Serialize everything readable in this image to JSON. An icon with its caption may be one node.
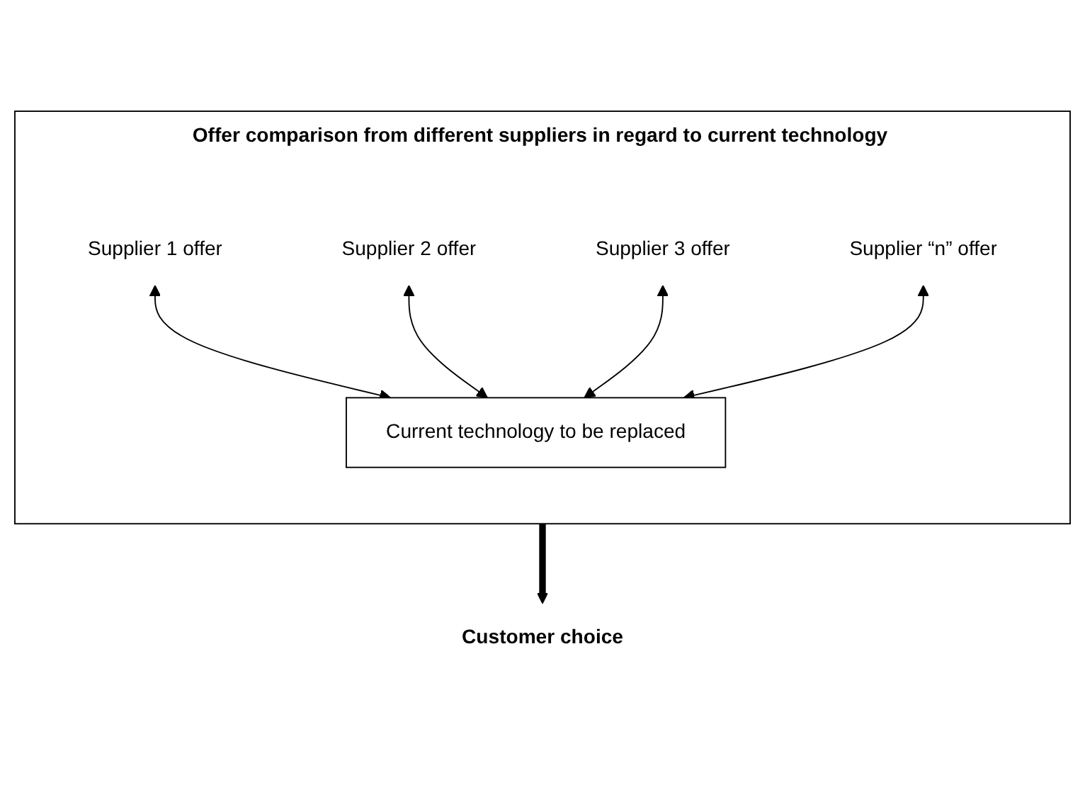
{
  "diagram": {
    "nodes": [
      {
        "text": [
          "Offer comparison from different suppliers in regard to current technology"
        ]
      },
      {
        "text": [
          "Supplier 1 offer"
        ],
        "in": 0
      },
      {
        "text": [
          "Supplier 2 offer"
        ],
        "in": 0
      },
      {
        "text": [
          "Supplier 3 offer"
        ],
        "in": 0
      },
      {
        "text": [
          "Supplier “n” offer"
        ],
        "in": 0
      },
      {
        "text": [
          "Current technology to be replaced"
        ],
        "in": 0
      },
      {
        "text": [
          "Customer choice"
        ]
      }
    ],
    "edges": [
      {
        "from": 1,
        "to": 5,
        "arrow": "both"
      },
      {
        "from": 2,
        "to": 5,
        "arrow": "both"
      },
      {
        "from": 3,
        "to": 5,
        "arrow": "both"
      },
      {
        "from": 4,
        "to": 5,
        "arrow": "both"
      },
      {
        "from": 0,
        "to": 6,
        "arrow": "to",
        "style": "thick"
      }
    ]
  }
}
